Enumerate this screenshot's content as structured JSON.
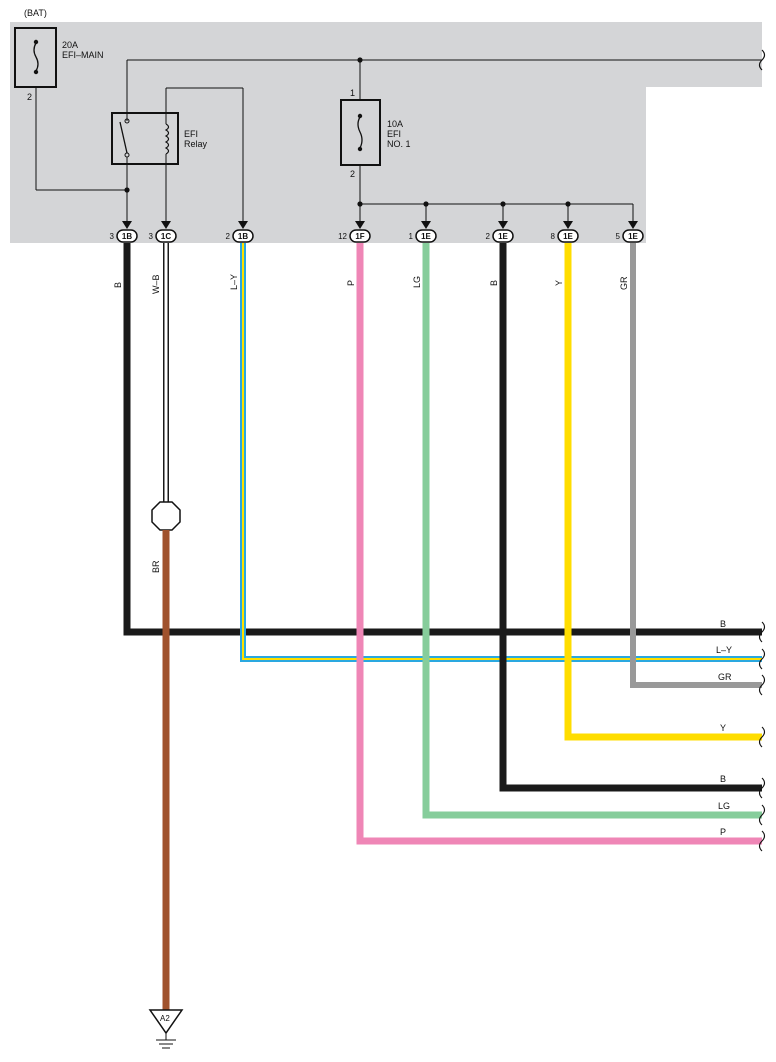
{
  "bat_label": "(BAT)",
  "fuse_main": {
    "rating": "20A",
    "name": "EFI–MAIN",
    "pin": "2"
  },
  "relay": {
    "line1": "EFI",
    "line2": "Relay"
  },
  "fuse_efi": {
    "rating": "10A",
    "name": "EFI",
    "name2": "NO. 1",
    "pin_top": "1",
    "pin_bottom": "2"
  },
  "ground": {
    "label": "A2"
  },
  "colors": {
    "B": "#1a1a1a",
    "W-B_outer": "#1a1a1a",
    "W-B_inner": "#ffffff",
    "L-Y_outer": "#2aa8e0",
    "L-Y_inner": "#ffe100",
    "P": "#ef86b6",
    "LG": "#86cd9b",
    "Y": "#ffdd00",
    "GR": "#999999",
    "BR": "#a0522d",
    "panel": "#d4d5d7"
  },
  "connectors": [
    {
      "pin": "3",
      "id": "1B"
    },
    {
      "pin": "3",
      "id": "1C"
    },
    {
      "pin": "2",
      "id": "1B"
    },
    {
      "pin": "12",
      "id": "1F"
    },
    {
      "pin": "1",
      "id": "1E"
    },
    {
      "pin": "2",
      "id": "1E"
    },
    {
      "pin": "8",
      "id": "1E"
    },
    {
      "pin": "5",
      "id": "1E"
    }
  ],
  "wire_labels": [
    "B",
    "W–B",
    "L–Y",
    "P",
    "LG",
    "B",
    "Y",
    "GR"
  ],
  "br_label": "BR",
  "right_labels": [
    "B",
    "L–Y",
    "GR",
    "Y",
    "B",
    "LG",
    "P"
  ]
}
